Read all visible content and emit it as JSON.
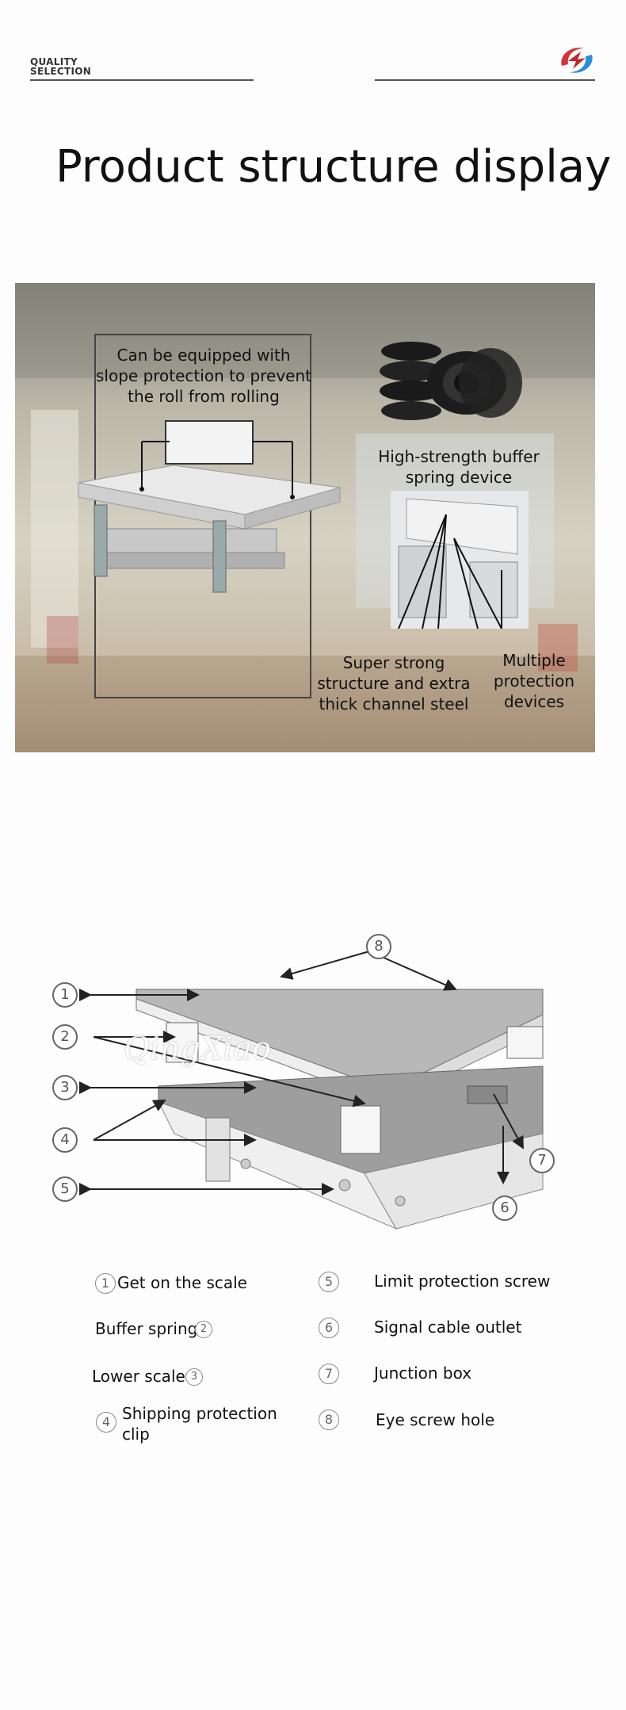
{
  "header": {
    "brand_line1": "QUALITY",
    "brand_line2": "SELECTION",
    "logo_icon": "brand-logo-icon",
    "title": "Product structure display"
  },
  "photo_panel": {
    "labels": {
      "slope": "Can be equipped with slope protection to prevent the roll from rolling",
      "spring": "High-strength buffer spring device",
      "structure": "Super strong structure and extra thick channel steel",
      "protection": "Multiple protection devices"
    }
  },
  "diagram": {
    "watermark": "QingXiao",
    "callouts": [
      "1",
      "2",
      "3",
      "4",
      "5",
      "6",
      "7",
      "8"
    ]
  },
  "legend": {
    "left": [
      {
        "num": "1",
        "text": "Get on the scale"
      },
      {
        "num": "2",
        "text": "Buffer spring"
      },
      {
        "num": "3",
        "text": "Lower scale"
      },
      {
        "num": "4",
        "text": "Shipping protection clip"
      }
    ],
    "right": [
      {
        "num": "5",
        "text": "Limit protection screw"
      },
      {
        "num": "6",
        "text": "Signal cable outlet"
      },
      {
        "num": "7",
        "text": "Junction box"
      },
      {
        "num": "8",
        "text": "Eye screw hole"
      }
    ]
  },
  "colors": {
    "logo_red": "#d6303a",
    "logo_blue": "#2a8fd6",
    "line_gray": "#555555"
  }
}
